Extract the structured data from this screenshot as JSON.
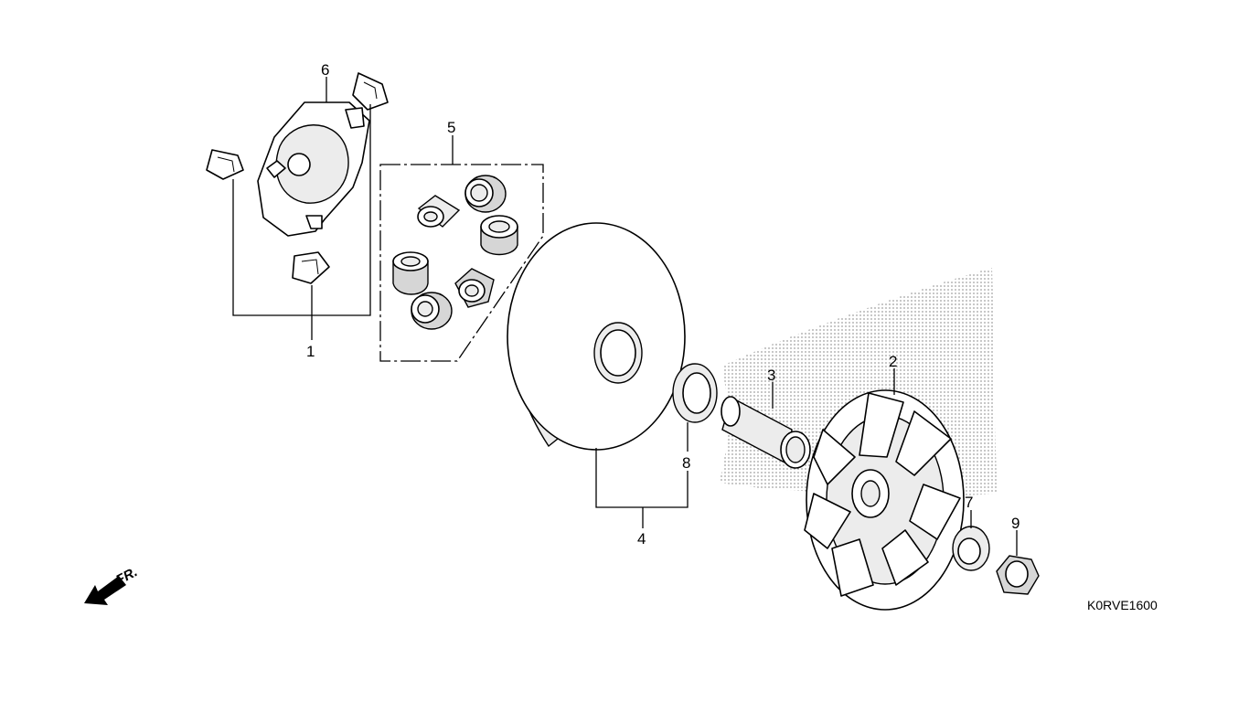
{
  "diagram_code": "K0RVE1600",
  "front_indicator": "FR.",
  "callouts": {
    "p1": "1",
    "p2": "2",
    "p3": "3",
    "p4": "4",
    "p5": "5",
    "p6": "6",
    "p7": "7",
    "p8": "8",
    "p9": "9"
  },
  "colors": {
    "ink": "#000000",
    "paper": "#ffffff",
    "shade": "#ececec"
  }
}
